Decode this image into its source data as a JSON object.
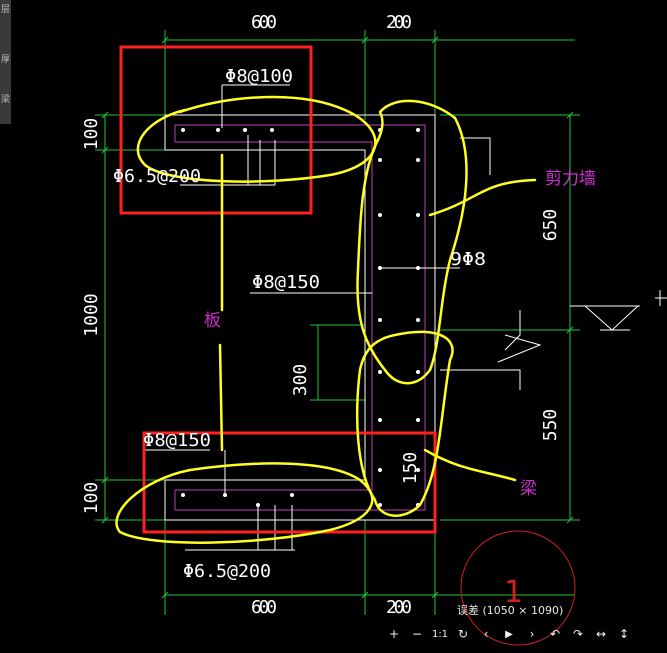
{
  "sidebar": {
    "labels": [
      "层",
      "厚",
      "梁"
    ]
  },
  "drawing": {
    "dims_top": [
      "600",
      "200"
    ],
    "dims_bottom": [
      "600",
      "200"
    ],
    "dims_left": [
      "100",
      "1000",
      "100"
    ],
    "dims_right": [
      "650",
      "550"
    ],
    "dim_inner": "300",
    "dim_beam": "150",
    "rebar_labels": {
      "top_slab_main": "Φ8@100",
      "top_slab_dist": "Φ6.5@200",
      "wall_horizontal": "Φ8@150",
      "wall_vertical": "9Φ8",
      "bottom_slab_main": "Φ8@150",
      "bottom_slab_dist": "Φ6.5@200"
    },
    "annotations": {
      "slab": "板",
      "shear_wall": "剪力墙",
      "beam": "梁",
      "circle_number": "1"
    },
    "colors": {
      "dimension": "#22c43a",
      "rebar": "#ffffff",
      "stirrup": "#c040c0",
      "highlight_box": "#ff2020",
      "marker": "#ffff20",
      "annotation_text": "#d030d0",
      "circle": "#d02020"
    }
  },
  "viewer": {
    "caption": "误差 (1050 × 1090)",
    "toolbar": [
      {
        "name": "zoom-in-button",
        "glyph": "+"
      },
      {
        "name": "zoom-out-button",
        "glyph": "−"
      },
      {
        "name": "actual-size-button",
        "glyph": "1:1"
      },
      {
        "name": "rotate-button",
        "glyph": "↻"
      },
      {
        "name": "prev-button",
        "glyph": "‹"
      },
      {
        "name": "play-button",
        "glyph": "▶"
      },
      {
        "name": "next-button",
        "glyph": "›"
      },
      {
        "name": "undo-button",
        "glyph": "↶"
      },
      {
        "name": "redo-button",
        "glyph": "↷"
      },
      {
        "name": "fit-width-button",
        "glyph": "↔"
      },
      {
        "name": "fit-height-button",
        "glyph": "↕"
      }
    ]
  }
}
